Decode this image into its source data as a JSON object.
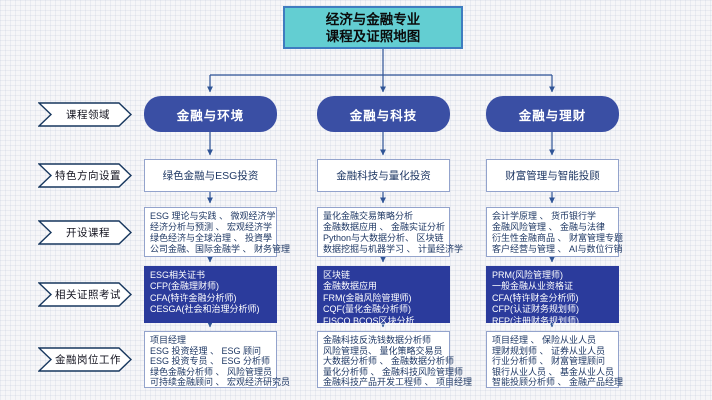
{
  "title": {
    "line1": "经济与金融专业",
    "line2": "课程及证照地图"
  },
  "row_labels": [
    {
      "label": "课程领域"
    },
    {
      "label": "特色方向设置"
    },
    {
      "label": "开设课程"
    },
    {
      "label": "相关证照考试"
    },
    {
      "label": "金融岗位工作"
    }
  ],
  "columns": [
    {
      "header": "金融与环境",
      "feature": "绿色金融与ESG投资",
      "courses": [
        "ESG 理论与实践 、 微观经济学",
        "经济分析与预测 、 宏观经济学",
        "绿色经济与全球治理 、 投資學",
        "公司金融、国际金融学 、 财务管理"
      ],
      "certs": [
        "ESG相关证书",
        "CFP(金融理财师)",
        "CFA(特许金融分析师)",
        "CESGA(社会和治理分析师)"
      ],
      "jobs": [
        "项目经理",
        "ESG 投资经理 、 ESG 顾问",
        "ESG 投资专员 、 ESG 分析师",
        "绿色金融分析师 、 风险管理员",
        "可持续金融顾问 、 宏观经济研究员"
      ]
    },
    {
      "header": "金融与科技",
      "feature": "金融科技与量化投资",
      "courses": [
        "量化金融交易策略分析",
        "金融数据应用 、 金融实证分析",
        "Python与大数据分析、 区块链",
        "数据挖掘与机器学习 、 计量经济学"
      ],
      "certs": [
        "区块链",
        "金融数据应用",
        "FRM(金融风险管理师)",
        "CQF(量化金融分析师)",
        "FISCO BCOS区块分析"
      ],
      "jobs": [
        "金融科技反洗钱数据分析师",
        "风险管理员、 量化策略交易员",
        "大数据分析师 、 金融数据分析师",
        "量化分析师 、 金融科技风险管理师",
        "金融科技产品开发工程师 、 项目经理"
      ]
    },
    {
      "header": "金融与理财",
      "feature": "财富管理与智能投顾",
      "courses": [
        "会计学原理 、 货币银行学",
        "金融风险管理 、 金融与法律",
        "衍生性金融商品 、 财富管理专题",
        "客户经营与管理 、 AI与数位行销"
      ],
      "certs": [
        "PRM(风险管理师)",
        "一般金融从业资格证",
        "CFA(特许财金分析师)",
        "CFP(认证财务规划师)",
        "RFP(注册财务规划师)"
      ],
      "jobs": [
        "项目经理 、 保险从业人员",
        "理财规划师 、 证券从业人员",
        "行业分析师 、 财富管理顾问",
        "银行从业人员 、 基金从业人员",
        "智能投顾分析师 、 金融产品经理"
      ]
    }
  ],
  "colors": {
    "title_fill": "#63CED2",
    "title_border": "#3F7CC0",
    "pill_fill": "#3A4FA4",
    "cert_fill": "#2B3B9C",
    "connector": "#2F5496",
    "light_border": "#93A3CC",
    "text_dark": "#1F3864"
  }
}
